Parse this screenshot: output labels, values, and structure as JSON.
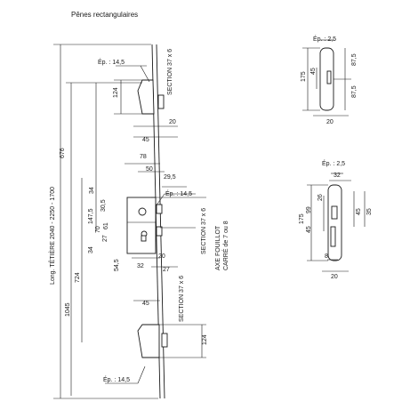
{
  "title": "Pênes rectangulaires",
  "labels": {
    "ep_145": "Ép. : 14,5",
    "ep_25": "Ép. : 2,5",
    "section": "SECTION 37 x 6",
    "axe_line1": "AXE FOUILLOT",
    "axe_line2": "CARRÉ de 7 ou 8",
    "length_label": "Long. TÊTIÈRE 2040 - 2250 - 1700"
  },
  "dimensions": {
    "d124": "124",
    "d20": "20",
    "d45": "45",
    "d676": "676",
    "d78": "78",
    "d50": "50",
    "d29_5": "29,5",
    "d34": "34",
    "d30_5": "30,5",
    "d147_5": "147,5",
    "d70": "70",
    "d61": "61",
    "d27": "27",
    "d54_5": "54,5",
    "d32": "32",
    "d724": "724",
    "d1045": "1045",
    "d175": "175",
    "d87_5": "87,5",
    "d26": "26",
    "d99": "99",
    "d35": "35",
    "d8": "8"
  }
}
